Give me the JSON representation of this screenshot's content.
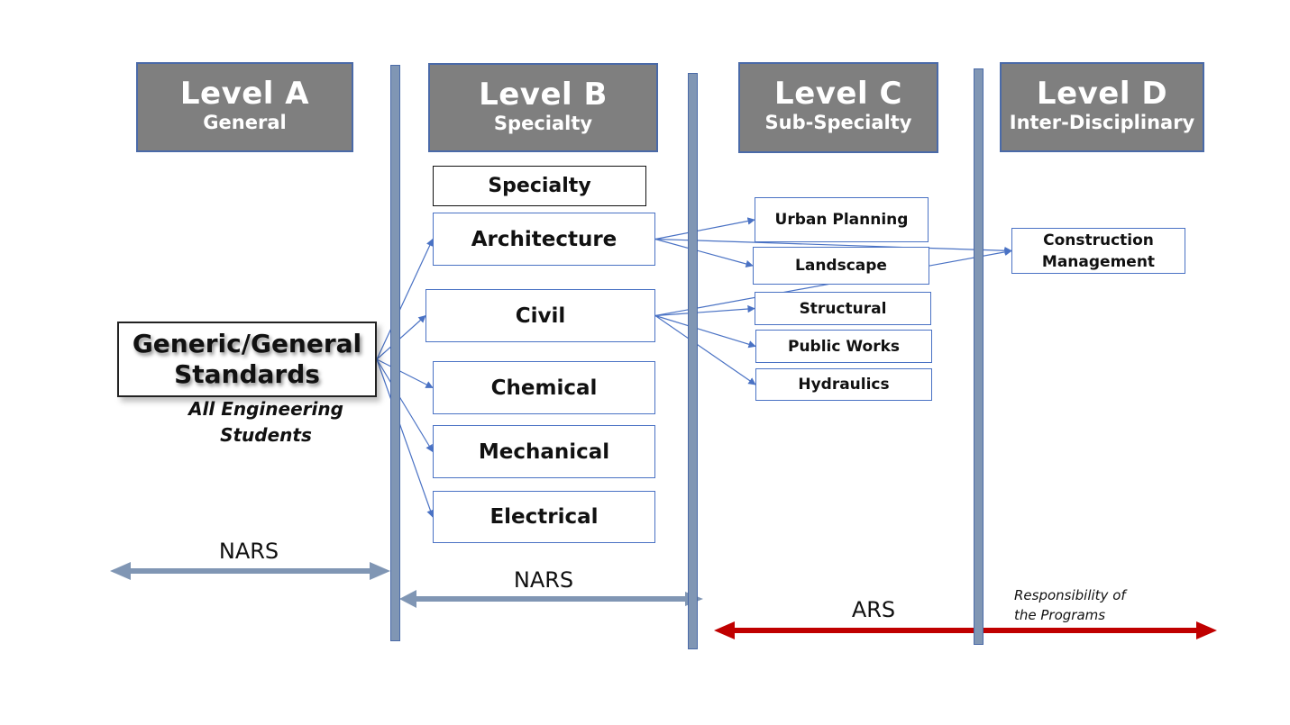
{
  "levels": [
    {
      "title": "Level A",
      "subtitle": "General"
    },
    {
      "title": "Level B",
      "subtitle": "Specialty"
    },
    {
      "title": "Level C",
      "subtitle": "Sub-Specialty"
    },
    {
      "title": "Level D",
      "subtitle": "Inter-Disciplinary"
    }
  ],
  "generic": {
    "line1": "Generic/General",
    "line2": "Standards",
    "note_line1": "All Engineering",
    "note_line2": "Students"
  },
  "specialty": {
    "header": "Specialty",
    "items": [
      "Architecture",
      "Civil",
      "Chemical",
      "Mechanical",
      "Electrical"
    ]
  },
  "sub_specialty": {
    "items": [
      "Urban Planning",
      "Landscape",
      "Structural",
      "Public Works",
      "Hydraulics"
    ]
  },
  "inter_disciplinary": {
    "items": [
      {
        "line1": "Construction",
        "line2": "Management"
      }
    ]
  },
  "connections": [
    {
      "from": "Generic/General Standards",
      "to": "Architecture"
    },
    {
      "from": "Generic/General Standards",
      "to": "Civil"
    },
    {
      "from": "Generic/General Standards",
      "to": "Chemical"
    },
    {
      "from": "Generic/General Standards",
      "to": "Mechanical"
    },
    {
      "from": "Generic/General Standards",
      "to": "Electrical"
    },
    {
      "from": "Architecture",
      "to": "Urban Planning"
    },
    {
      "from": "Architecture",
      "to": "Landscape"
    },
    {
      "from": "Architecture",
      "to": "Construction Management"
    },
    {
      "from": "Civil",
      "to": "Structural"
    },
    {
      "from": "Civil",
      "to": "Public Works"
    },
    {
      "from": "Civil",
      "to": "Hydraulics"
    },
    {
      "from": "Civil",
      "to": "Construction Management"
    }
  ],
  "spans": [
    {
      "label": "NARS",
      "covers": "Level A",
      "color": "#8096b4"
    },
    {
      "label": "NARS",
      "covers": "Level B",
      "color": "#8096b4"
    },
    {
      "label": "ARS",
      "covers": "Level C - Level D",
      "color": "#c00000"
    }
  ],
  "responsibility": {
    "line1": "Responsibility of",
    "line2": "the Programs"
  },
  "colors": {
    "header_fill": "#7f7f7f",
    "divider": "#8096b4",
    "box_border": "#4a72c4",
    "connector": "#4a72c4",
    "nars_arrow": "#8096b4",
    "ars_arrow": "#c00000"
  }
}
